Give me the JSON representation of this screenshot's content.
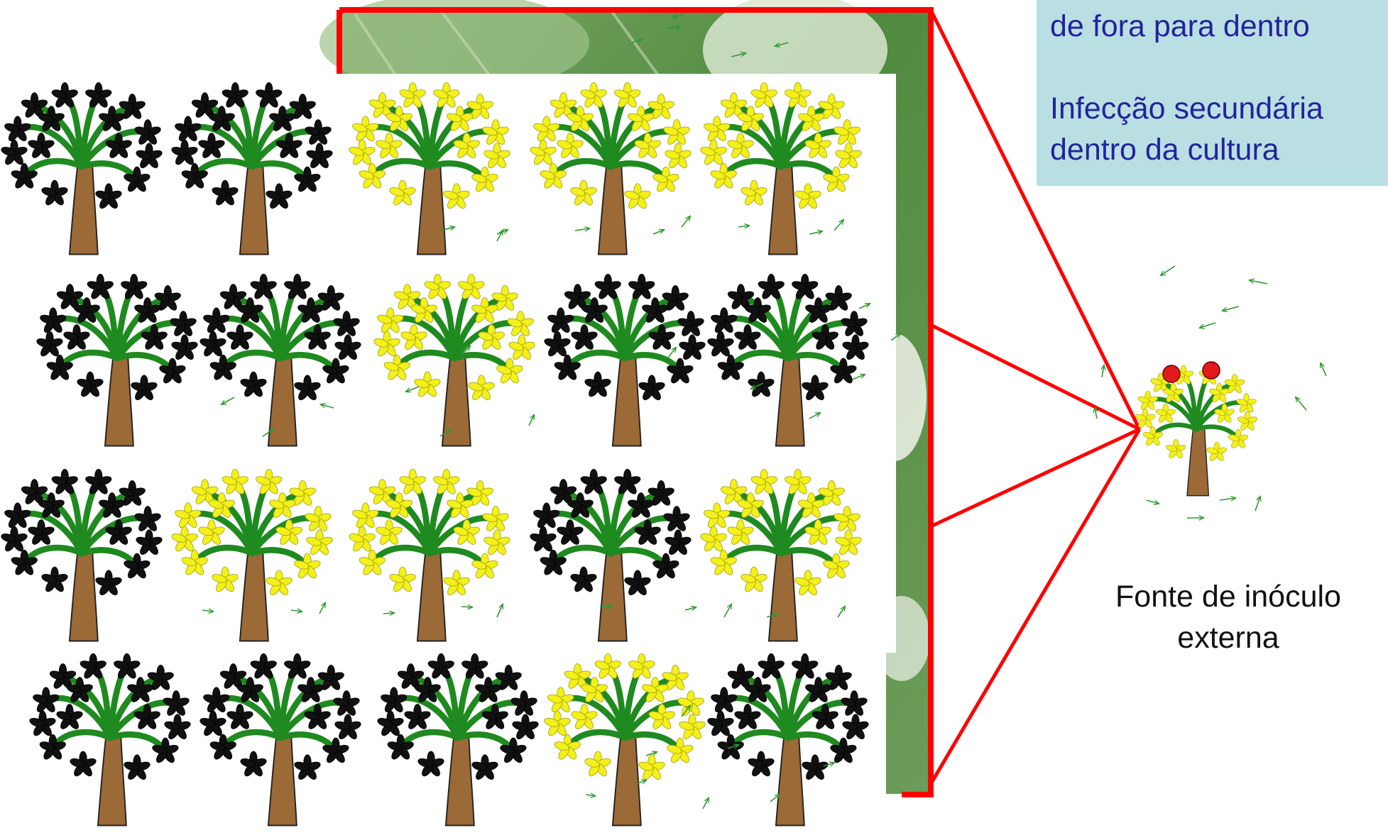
{
  "infobox": {
    "line1": "de fora para dentro",
    "line2": "Infecção secundária",
    "line3": "dentro da cultura"
  },
  "source_label": {
    "line1": "Fonte de inóculo",
    "line2": "externa"
  },
  "colors": {
    "infobox_bg": "#b9dfe2",
    "infobox_text": "#23239c",
    "frame": "#ff0000",
    "trunk": "#9b6a36",
    "branch": "#1f8a1f",
    "healthy_leaf": "#111111",
    "infected_leaf": "#f3f01a",
    "spore_arrow": "#2d9a2d",
    "lesion": "#e11b1b"
  },
  "field": {
    "rows": [
      [
        "healthy",
        "healthy",
        "infected",
        "infected",
        "infected"
      ],
      [
        "healthy",
        "healthy",
        "infected",
        "healthy",
        "healthy"
      ],
      [
        "healthy",
        "infected",
        "infected",
        "healthy",
        "infected"
      ],
      [
        "healthy",
        "healthy",
        "healthy",
        "infected",
        "healthy"
      ]
    ]
  },
  "source_tree": {
    "state": "infected",
    "lesions": 2
  }
}
